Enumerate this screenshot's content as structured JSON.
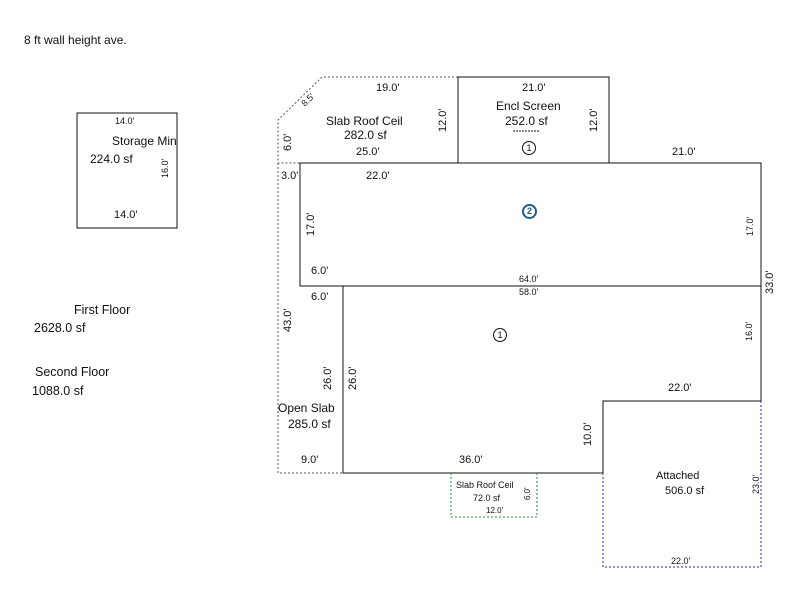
{
  "header": {
    "note": "8 ft wall height ave."
  },
  "summary": {
    "first_floor_label": "First Floor",
    "first_floor_area": "2628.0 sf",
    "second_floor_label": "Second Floor",
    "second_floor_area": "1088.0 sf"
  },
  "storage": {
    "name": "Storage Min",
    "area": "224.0 sf",
    "dim_top": "14.0'",
    "dim_bottom": "14.0'",
    "dim_right": "16.0'"
  },
  "slab_roof_top": {
    "name": "Slab Roof Ceil",
    "area": "282.0 sf",
    "dim_top": "19.0'",
    "dim_diag": "8.5'",
    "dim_left": "6.0'",
    "dim_right": "12.0'",
    "dim_bottom": "25.0'"
  },
  "encl_screen": {
    "name": "Encl Screen",
    "area": "252.0 sf",
    "dim_top": "21.0'",
    "dim_right": "12.0'",
    "marker": "1"
  },
  "second_floor_plan": {
    "dim_top_right": "21.0'",
    "dim_top_left": "22.0'",
    "dim_left_small": "3.0'",
    "dim_left": "17.0'",
    "dim_right": "17.0'",
    "dim_notch": "6.0'",
    "dim_bottom": "64.0'",
    "marker": "2"
  },
  "first_floor_plan": {
    "dim_top": "58.0'",
    "dim_notch": "6.0'",
    "dim_right_total": "33.0'",
    "dim_right": "16.0'",
    "dim_step": "22.0'",
    "dim_step_vertical": "10.0'",
    "dim_bottom": "36.0'",
    "dim_left_inner": "26.0'",
    "marker": "1"
  },
  "open_slab": {
    "name": "Open Slab",
    "area": "285.0 sf",
    "dim_left": "43.0'",
    "dim_right": "26.0'",
    "dim_bottom": "9.0'"
  },
  "slab_roof_bottom": {
    "name": "Slab Roof Ceil",
    "area": "72.0 sf",
    "dim_bottom": "12.0'",
    "dim_right": "6.0'"
  },
  "attached": {
    "name": "Attached",
    "area": "506.0 sf",
    "dim_bottom": "22.0'",
    "dim_right": "23.0'"
  },
  "colors": {
    "wall": "#111111",
    "dashed": "#555555",
    "green": "#2e8b3a",
    "blue": "#2a2a9a",
    "marker_blue": "#1f5c8a"
  }
}
